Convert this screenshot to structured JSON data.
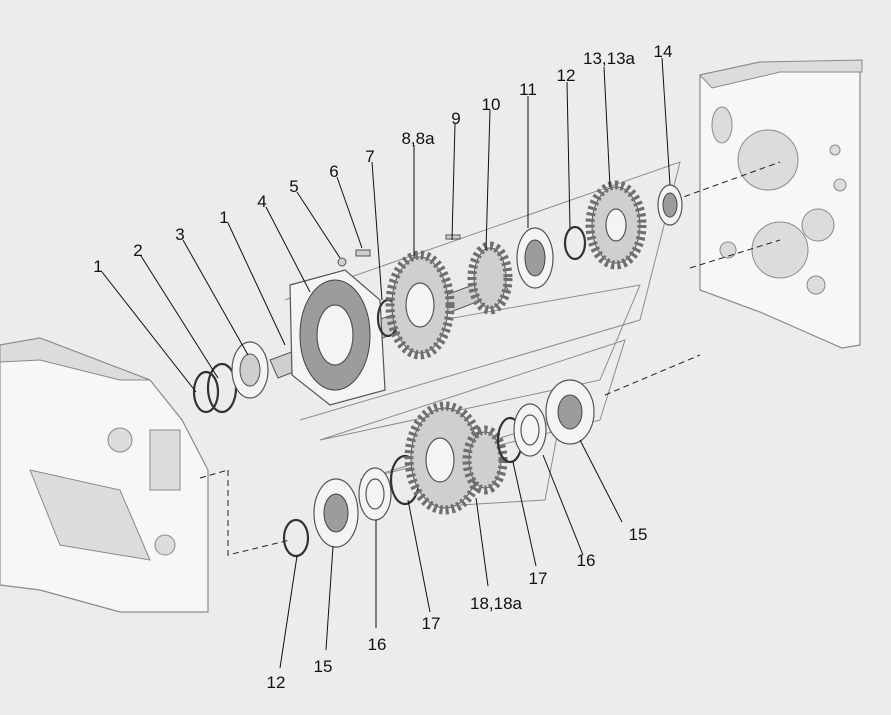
{
  "callouts": {
    "left_1": "1",
    "c2": "2",
    "c3": "3",
    "upper_1": "1",
    "c4": "4",
    "c5": "5",
    "c6": "6",
    "c7": "7",
    "c8": "8,8a",
    "c9": "9",
    "c10": "10",
    "c11": "11",
    "upper_12": "12",
    "c13": "13,13a",
    "c14": "14",
    "lower_right_15": "15",
    "lower_right_16": "16",
    "lower_right_17": "17",
    "c18": "18,18a",
    "lower_left_17": "17",
    "lower_left_16": "16",
    "lower_left_15": "15",
    "lower_left_12": "12"
  }
}
